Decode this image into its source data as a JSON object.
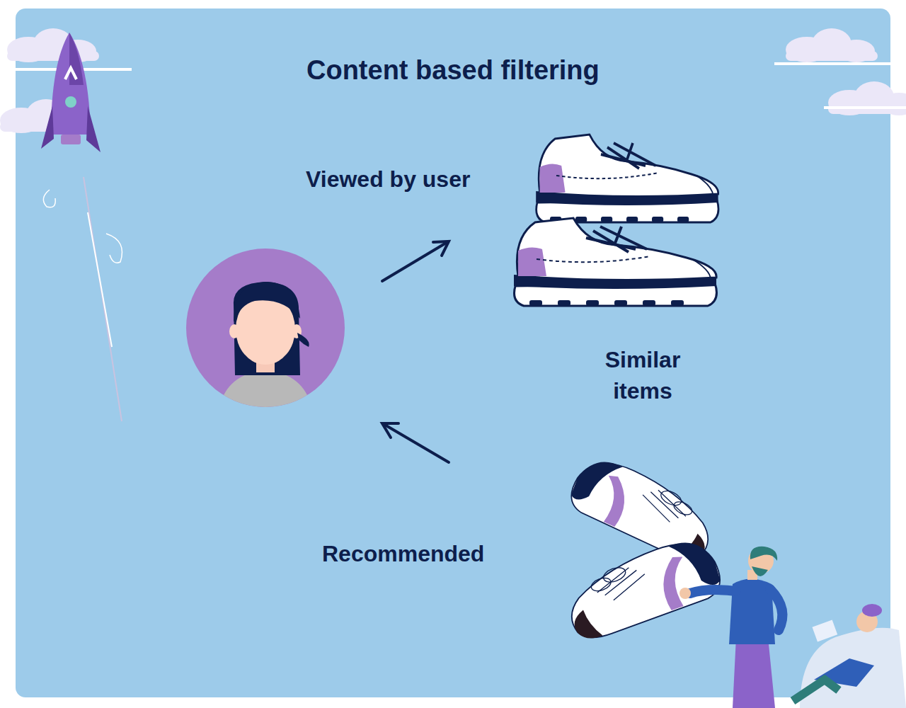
{
  "diagram": {
    "title": "Content based filtering",
    "labels": [
      "Viewed by user",
      "Similar items",
      "Recommended"
    ]
  }
}
